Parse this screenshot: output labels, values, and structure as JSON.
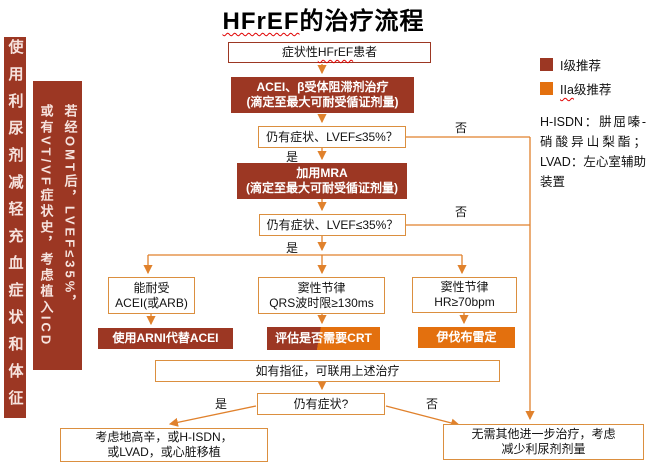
{
  "title": {
    "highlight": "HFrEF",
    "rest": "的治疗流程"
  },
  "left_bars": {
    "bar1": "使用利尿剂减轻充血症状和体征",
    "bar2_line1": "若经OMT后，LVEF≤35%，",
    "bar2_line2": "或有VT/VF症状史，考虑植入ICD"
  },
  "flow": {
    "patient_pre": "症状性",
    "patient_highlight": "HFrEF",
    "patient_post": "患者",
    "acei_line1": "ACEI、β受体阻滞剂治疗",
    "acei_line2": "(滴定至最大可耐受循证剂量)",
    "q1": "仍有症状、LVEF≤35%？",
    "mra_line1": "加用MRA",
    "mra_line2": "(滴定至最大可耐受循证剂量)",
    "q2": "仍有症状、LVEF≤35%？",
    "label_yes": "是",
    "label_no": "否",
    "branch_a_line1": "能耐受",
    "branch_a_line2": "ACEI(或ARB)",
    "branch_b_line1": "窦性节律",
    "branch_b_line2": "QRS波时限≥130ms",
    "branch_c_line1": "窦性节律",
    "branch_c_line2": "HR≥70bpm",
    "result_a": "使用ARNI代替ACEI",
    "result_b": "评估是否需要CRT",
    "result_c": "伊伐布雷定",
    "combine": "如有指征，可联用上述治疗",
    "q3": "仍有症状?",
    "end_left_line1": "考虑地高辛，或H-ISDN，",
    "end_left_line2": "或LVAD，或心脏移植",
    "end_right_line1": "无需其他进一步治疗，考虑",
    "end_right_line2": "减少利尿剂剂量"
  },
  "legend": {
    "class1_label": "I级推荐",
    "class2a_highlight": "IIa",
    "class2a_rest": "级推荐",
    "class1_color": "#9C3723",
    "class2a_color": "#E3700E",
    "connector_color": "#E0812C"
  },
  "sidenote": "H-ISDN：肼屈嗪-硝酸异山梨酯；LVAD：左心室辅助装置"
}
